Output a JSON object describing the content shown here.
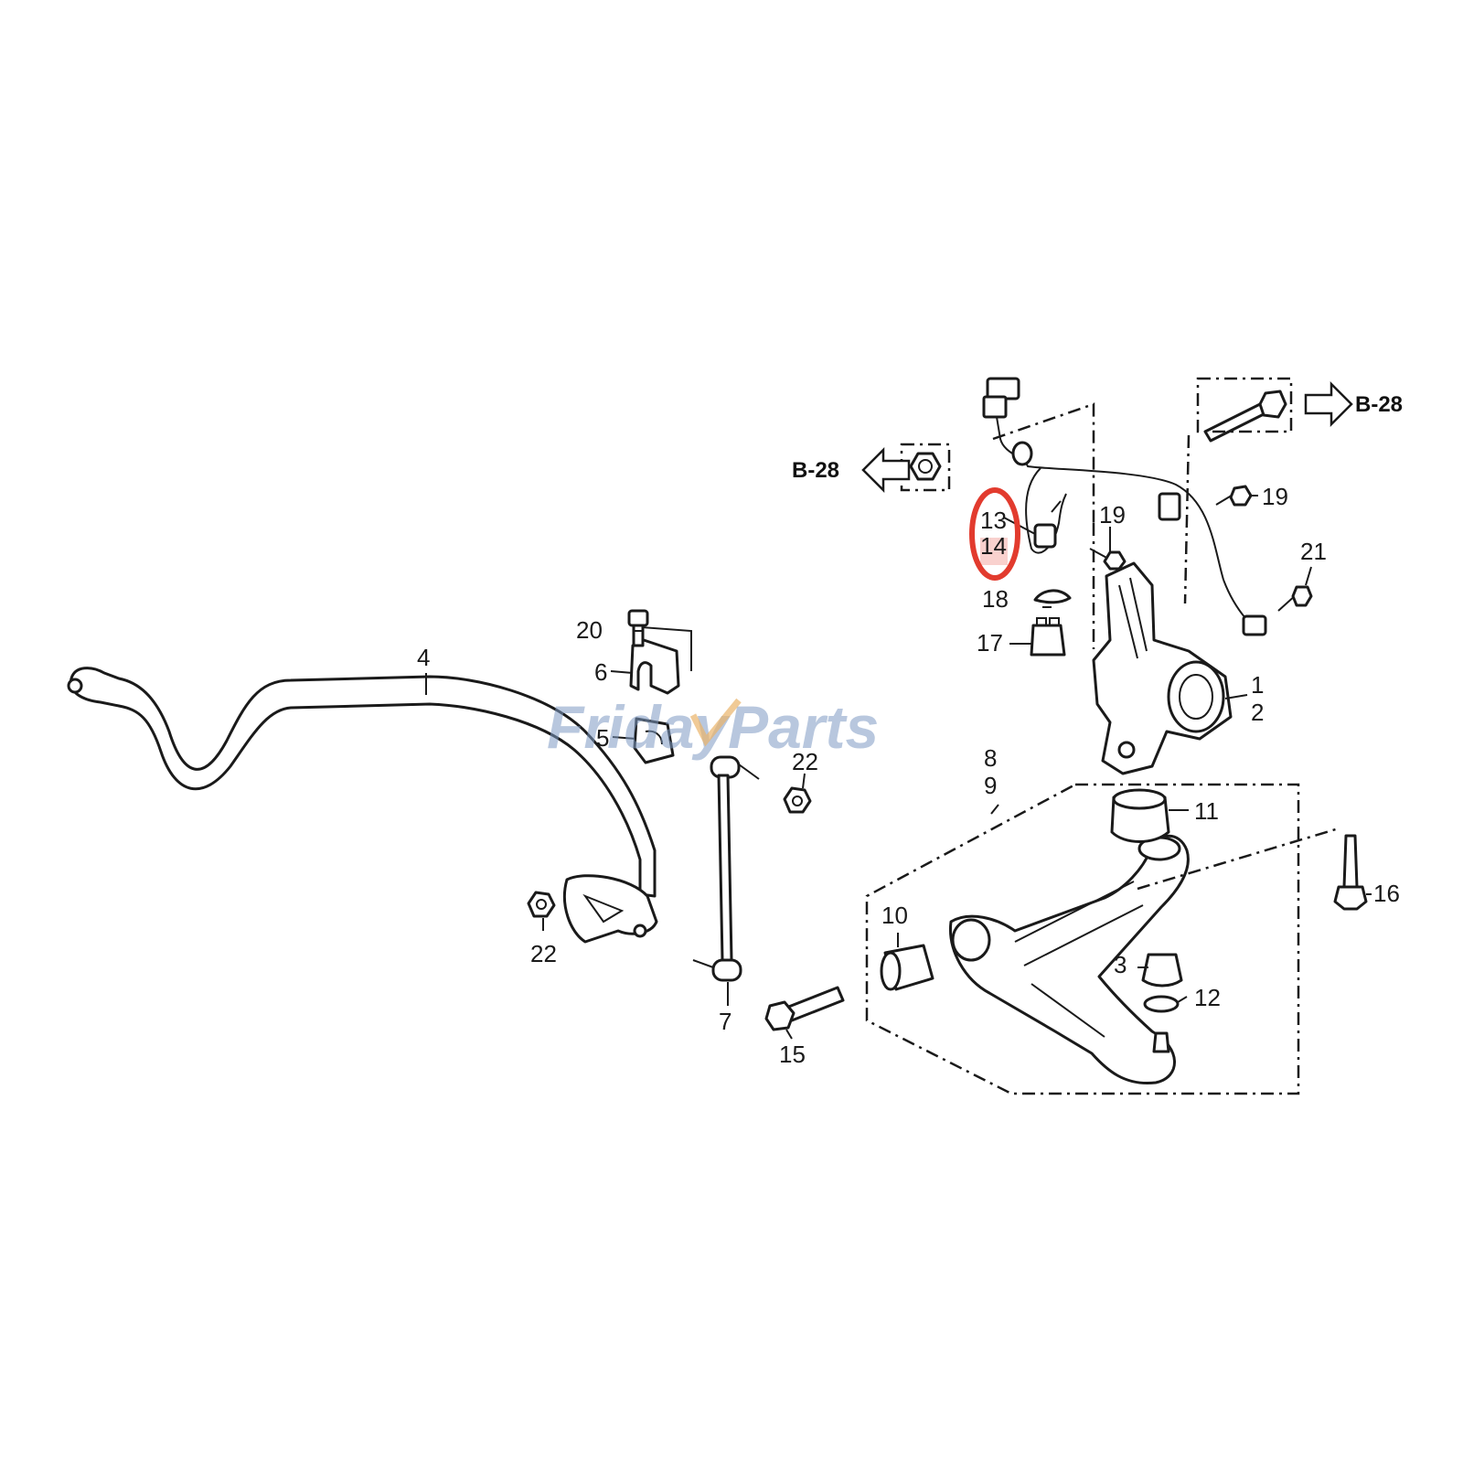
{
  "watermark": {
    "text": "FridayParts",
    "color": "#7f9bc4",
    "accent": "#e9b36a"
  },
  "highlight": {
    "color": "#e23b2e",
    "parts": [
      "13",
      "14"
    ]
  },
  "references": {
    "left": "B-28",
    "right": "B-28"
  },
  "callouts": {
    "c1": "1",
    "c2": "2",
    "c3": "3",
    "c4": "4",
    "c5": "5",
    "c6": "6",
    "c7": "7",
    "c8": "8",
    "c9": "9",
    "c10": "10",
    "c11": "11",
    "c12": "12",
    "c13": "13",
    "c14": "14",
    "c15": "15",
    "c16": "16",
    "c17": "17",
    "c18": "18",
    "c19a": "19",
    "c19b": "19",
    "c20": "20",
    "c21": "21",
    "c22a": "22",
    "c22b": "22"
  }
}
